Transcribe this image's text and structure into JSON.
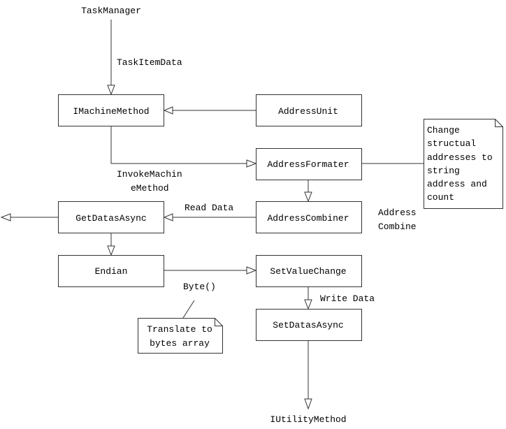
{
  "nodes": {
    "task_manager": "TaskManager",
    "imachine_method": "IMachineMethod",
    "address_unit": "AddressUnit",
    "address_formater": "AddressFormater",
    "address_combiner": "AddressCombiner",
    "get_datas_async": "GetDatasAsync",
    "endian": "Endian",
    "set_value_change": "SetValueChange",
    "set_datas_async": "SetDatasAsync",
    "iutility_method": "IUtilityMethod"
  },
  "edge_labels": {
    "task_item_data": "TaskItemData",
    "invoke_line1": "InvokeMachin",
    "invoke_line2": "eMethod",
    "read_data": "Read Data",
    "byte": "Byte()",
    "write_data": "Write Data",
    "address_combine_line1": "Address",
    "address_combine_line2": "Combine"
  },
  "notes": {
    "formater_note": [
      "Change",
      "structual",
      "addresses to",
      "string",
      "address and",
      "count"
    ],
    "byte_note": [
      "Translate to",
      "bytes array"
    ]
  }
}
